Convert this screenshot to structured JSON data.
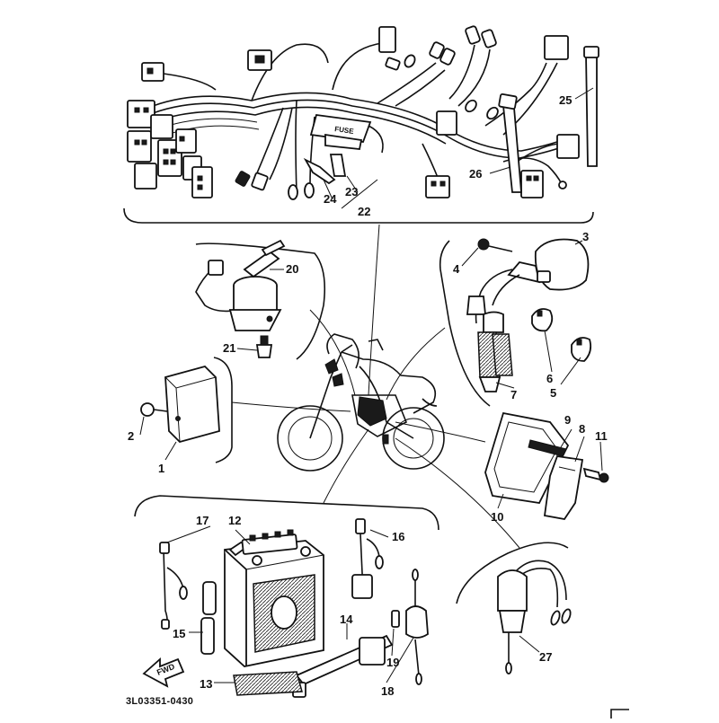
{
  "diagram_code": "3L03351-0430",
  "fwd_label": "FWD",
  "fuse_label": "FUSE",
  "callouts": [
    "1",
    "2",
    "3",
    "4",
    "5",
    "6",
    "7",
    "8",
    "9",
    "10",
    "11",
    "12",
    "13",
    "14",
    "15",
    "16",
    "17",
    "18",
    "19",
    "20",
    "21",
    "22",
    "23",
    "24",
    "25",
    "26",
    "27"
  ],
  "parts": [
    {
      "num": "22",
      "name": "wire-harness"
    },
    {
      "num": "20",
      "name": "main-switch"
    },
    {
      "num": "3",
      "name": "ignition-coil"
    },
    {
      "num": "1",
      "name": "cdi-unit"
    },
    {
      "num": "9",
      "name": "rectifier-regulator"
    },
    {
      "num": "12",
      "name": "battery"
    },
    {
      "num": "27",
      "name": "starter-relay"
    }
  ]
}
